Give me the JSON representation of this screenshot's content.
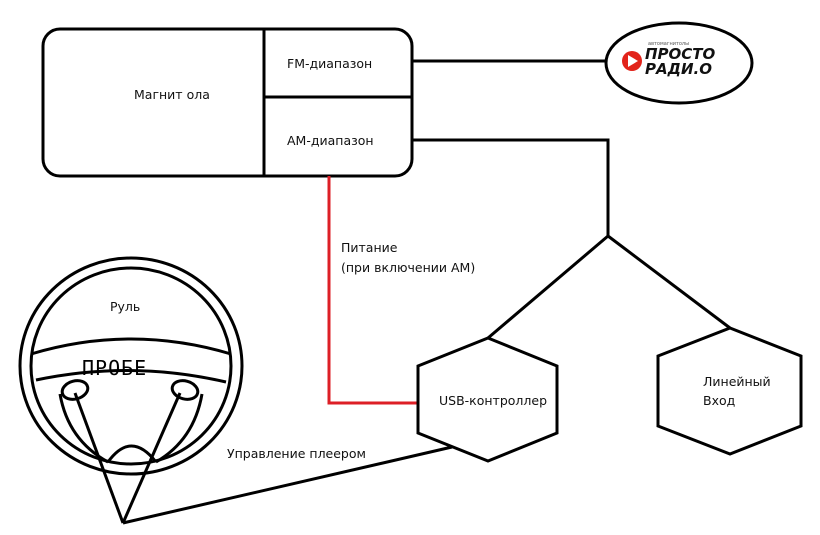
{
  "colors": {
    "line": "#000000",
    "power_line": "#dd1f26",
    "logo_red": "#e2231a",
    "background": "#ffffff"
  },
  "receiver": {
    "label": "Магнит ола",
    "fm_label": "FM-диапазон",
    "am_label": "AM-диапазон"
  },
  "logo": {
    "top_text": "автомагнитолы",
    "line1": "ПРОСТО",
    "line2": "РАДИ.О",
    "icon": "play-icon"
  },
  "power": {
    "line1": "Питание",
    "line2": "(при включении AM)"
  },
  "usb_controller": {
    "label": "USB-контроллер"
  },
  "line_in": {
    "line1": "Линейный",
    "line2": "Вход"
  },
  "steering_wheel": {
    "label": "Руль",
    "scribble": "ПРОБЕ",
    "control_label": "Управление плеером"
  }
}
